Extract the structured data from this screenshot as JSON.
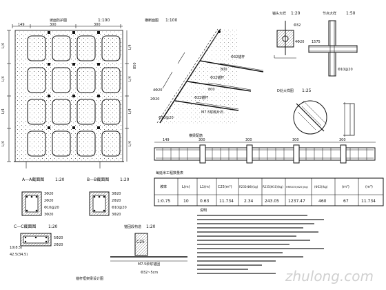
{
  "views": {
    "elevation": {
      "title": "坡面防护图",
      "scale": "1:100",
      "dim_top": [
        "149",
        "300",
        "300"
      ],
      "dim_side": [
        "L/4",
        "L/4",
        "L/4",
        "L/4"
      ],
      "dim_side_total": "850",
      "dim_left": [
        "L/4",
        "L/4",
        "L/4",
        "L/4"
      ]
    },
    "section": {
      "title": "横断面图",
      "scale": "1:100",
      "labels": [
        "Φ32锚杆",
        "800",
        "Φ32锚杆",
        "800",
        "Φ32锚杆",
        "M7.5浆砌片石",
        "4Φ20",
        "2Φ20",
        "Φ10@20"
      ]
    },
    "anchor_head": {
      "title": "锚头大样",
      "scale": "1:20",
      "labels": [
        "Φ32",
        "4Φ20"
      ]
    },
    "cross_node": {
      "title": "节点大样",
      "scale": "1:50",
      "labels": [
        "1575",
        "Φ10@20"
      ]
    },
    "detail_d": {
      "title": "D处大样图",
      "scale": "1:25"
    },
    "beam_long": {
      "title": "横梁配筋",
      "dims": [
        "149",
        "300",
        "300",
        "300",
        "300"
      ]
    },
    "sec_aa": {
      "title": "A—A截面图",
      "scale": "1:20",
      "labels": [
        "3Φ20",
        "2Φ20",
        "Φ10@20",
        "3Φ20"
      ]
    },
    "sec_bb": {
      "title": "B—B截面图",
      "scale": "1:20",
      "labels": [
        "3Φ20",
        "2Φ20",
        "Φ10@20",
        "3Φ20"
      ]
    },
    "sec_cc": {
      "title": "C—C截面图",
      "scale": "1:20",
      "labels": [
        "10(8.5)",
        "42.5(34.5)",
        "5Φ20",
        "2Φ20"
      ]
    },
    "anchor_detail": {
      "title": "锚固段构造",
      "scale": "1:20",
      "labels": [
        "C25",
        "M7.5砂浆锚固",
        "Φ32~5cm"
      ]
    },
    "table": {
      "title": "每延米工程数量表",
      "headers": [
        "坡率",
        "L(m)",
        "L1(m)",
        "C25(m³)",
        "R235(Φ8)(kg)",
        "R235(Φ10)(kg)",
        "HRB335(Φ20)(kg)",
        "(Φ32)(kg)",
        "(m²)",
        "(m³)"
      ],
      "row": [
        "1:0.75",
        "10",
        "0.63",
        "11.734",
        "2.34",
        "243.05",
        "1237.47",
        "460",
        "67",
        "11.734"
      ]
    },
    "notes_title": "说明",
    "drawing_title": "锚杆框架梁设计图"
  },
  "watermark": "zhulong.com"
}
